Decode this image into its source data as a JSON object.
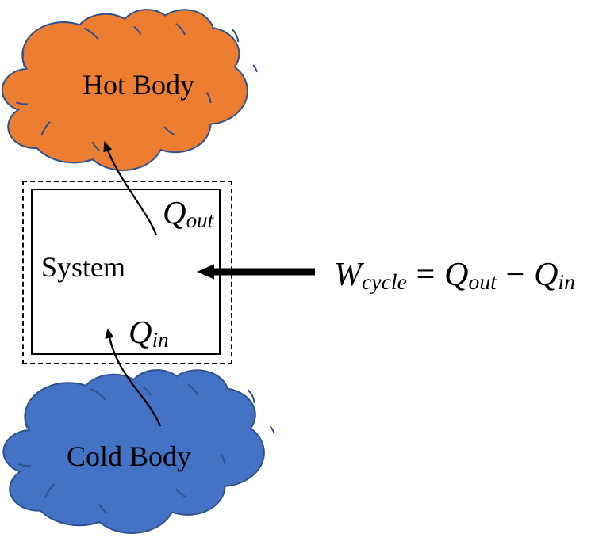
{
  "diagram": {
    "hot_body": {
      "label": "Hot Body",
      "fill": "#ED7D31",
      "outline": "#2F528F"
    },
    "cold_body": {
      "label": "Cold Body",
      "fill": "#4472C4",
      "outline": "#2F528F"
    },
    "system_box": {
      "label": "System"
    },
    "heat_out_label": {
      "symbol": "Q",
      "subscript": "out"
    },
    "heat_in_label": {
      "symbol": "Q",
      "subscript": "in"
    },
    "work_equation": {
      "work_symbol": "W",
      "work_subscript": "cycle",
      "equals_sign": "=",
      "heat_out_symbol": "Q",
      "heat_out_subscript": "out",
      "minus_sign": "−",
      "heat_in_symbol": "Q",
      "heat_in_subscript": "in"
    },
    "line_color": "#000000"
  }
}
